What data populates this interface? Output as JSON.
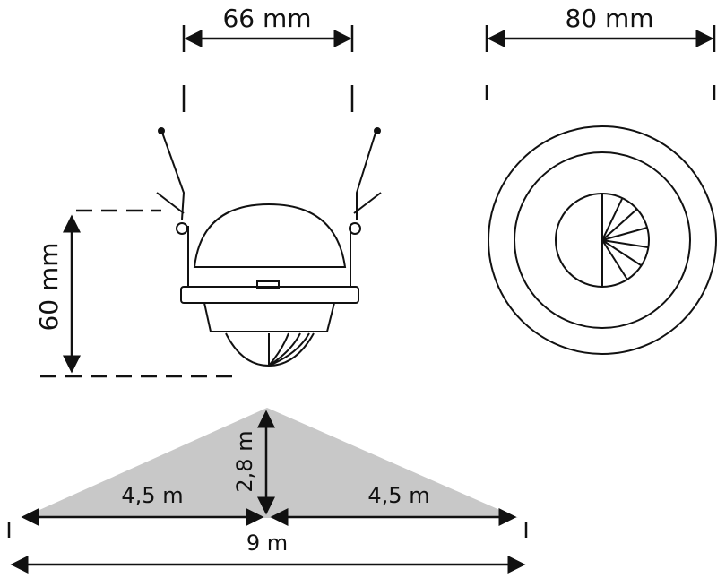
{
  "dimensions": {
    "width_side": "66 mm",
    "width_top": "80 mm",
    "height": "60 mm"
  },
  "detection": {
    "left_radius": "4,5 m",
    "right_radius": "4,5 m",
    "mount_height": "2,8 m",
    "total_diameter": "9 m"
  },
  "colors": {
    "line": "#111111",
    "zone_fill": "#c8c8c8"
  }
}
